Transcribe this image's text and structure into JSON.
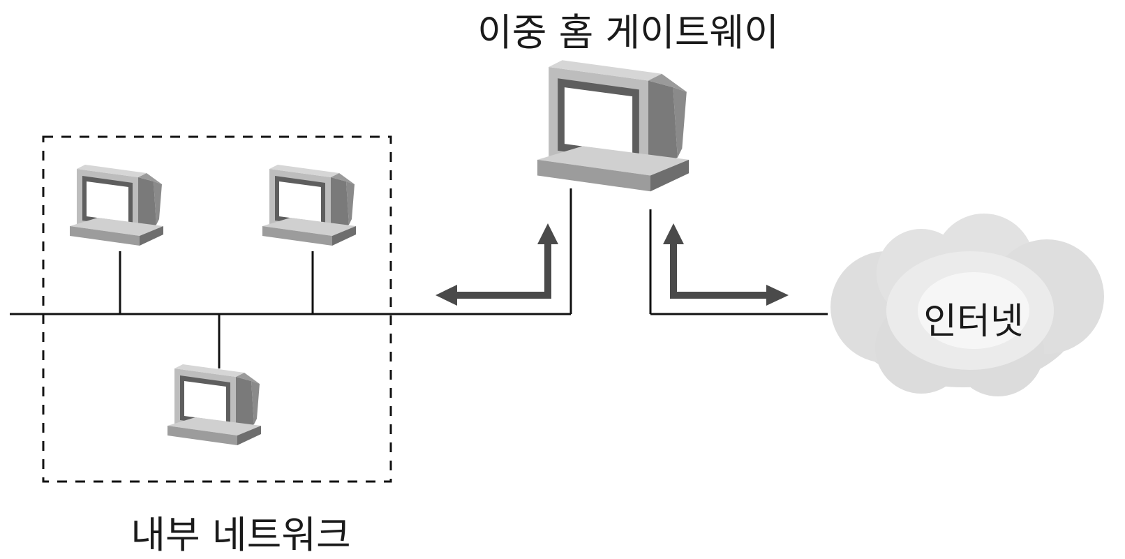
{
  "labels": {
    "gateway": "이중 홈 게이트웨이",
    "internal_network": "내부 네트워크",
    "internet": "인터넷"
  },
  "nodes": [
    {
      "id": "gateway",
      "icon": "computer-icon",
      "role": "dual-homed gateway"
    },
    {
      "id": "host-1",
      "icon": "computer-icon",
      "role": "internal host"
    },
    {
      "id": "host-2",
      "icon": "computer-icon",
      "role": "internal host"
    },
    {
      "id": "host-3",
      "icon": "computer-icon",
      "role": "internal host"
    },
    {
      "id": "internet",
      "icon": "cloud-icon",
      "role": "internet"
    }
  ],
  "colors": {
    "line": "#111111",
    "arrow": "#4a4a4a",
    "monitor_dark": "#6f6f6f",
    "monitor_light": "#cfcfcf",
    "cloud": "#e4e4e4"
  }
}
